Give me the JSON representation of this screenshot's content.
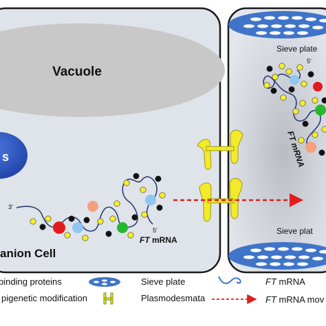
{
  "companion_cell": {
    "label": "anion Cell",
    "vacuole_label": "Vacuole",
    "nucleus_label": "s",
    "mrna_label_italic": "FT",
    "mrna_label_rest": " mRNA",
    "three_prime": "3′",
    "five_prime": "5′"
  },
  "sieve_element": {
    "top_plate_label": "Sieve plate",
    "bottom_plate_label": "Sieve plat",
    "mrna_label": "FT mRNA",
    "five_prime": "5′"
  },
  "legend": {
    "binding_proteins": "binding proteins",
    "epigenetic_modification": "pigenetic modification",
    "sieve_plate": "Sieve plate",
    "plasmodesmata": "Plasmodesmata",
    "ft_mrna_italic": "FT",
    "ft_mrna_rest": " mRNA",
    "ft_mrna_movement_rest": " mRNA mov"
  },
  "colors": {
    "cell_fill": "#dfe3ea",
    "vacuole": "#c9c9c9",
    "nucleus": "#2a55c4",
    "plasmodesmata": "#f2ea2a",
    "sieve_plate": "#3f74c9",
    "movement_arrow": "#e11d1d",
    "mrna_strand": "#2a3f73",
    "protein_red": "#e41b1b",
    "protein_cyan": "#8fc7f2",
    "protein_green": "#27b82e",
    "protein_salmon": "#f4a07f",
    "dot_yellow": "#f4ef2a",
    "dot_black": "#111111"
  }
}
